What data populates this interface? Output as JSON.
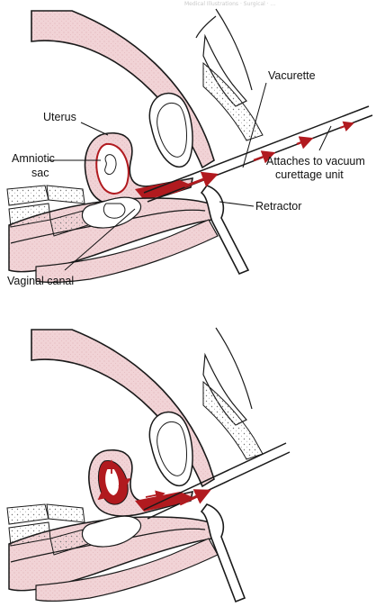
{
  "header_strip": "Medical Illustrations  ·  Surgical  ·  ...",
  "labels": {
    "vacurette": "Vacurette",
    "uterus": "Uterus",
    "amniotic_line1": "Amniotic",
    "amniotic_line2": "sac",
    "attaches_line1": "Attaches to vacuum",
    "attaches_line2": "curettage unit",
    "retractor": "Retractor",
    "vaginal_canal": "Vaginal canal"
  },
  "colors": {
    "tissue_pink": "#f1d3d6",
    "tissue_dark": "#e7b9bf",
    "fluid_red": "#b11a1f",
    "outline": "#1a1a1a",
    "instrument": "#ffffff",
    "stipple": "#888888"
  },
  "panels": [
    {
      "name": "before-aspiration"
    },
    {
      "name": "during-aspiration"
    }
  ]
}
